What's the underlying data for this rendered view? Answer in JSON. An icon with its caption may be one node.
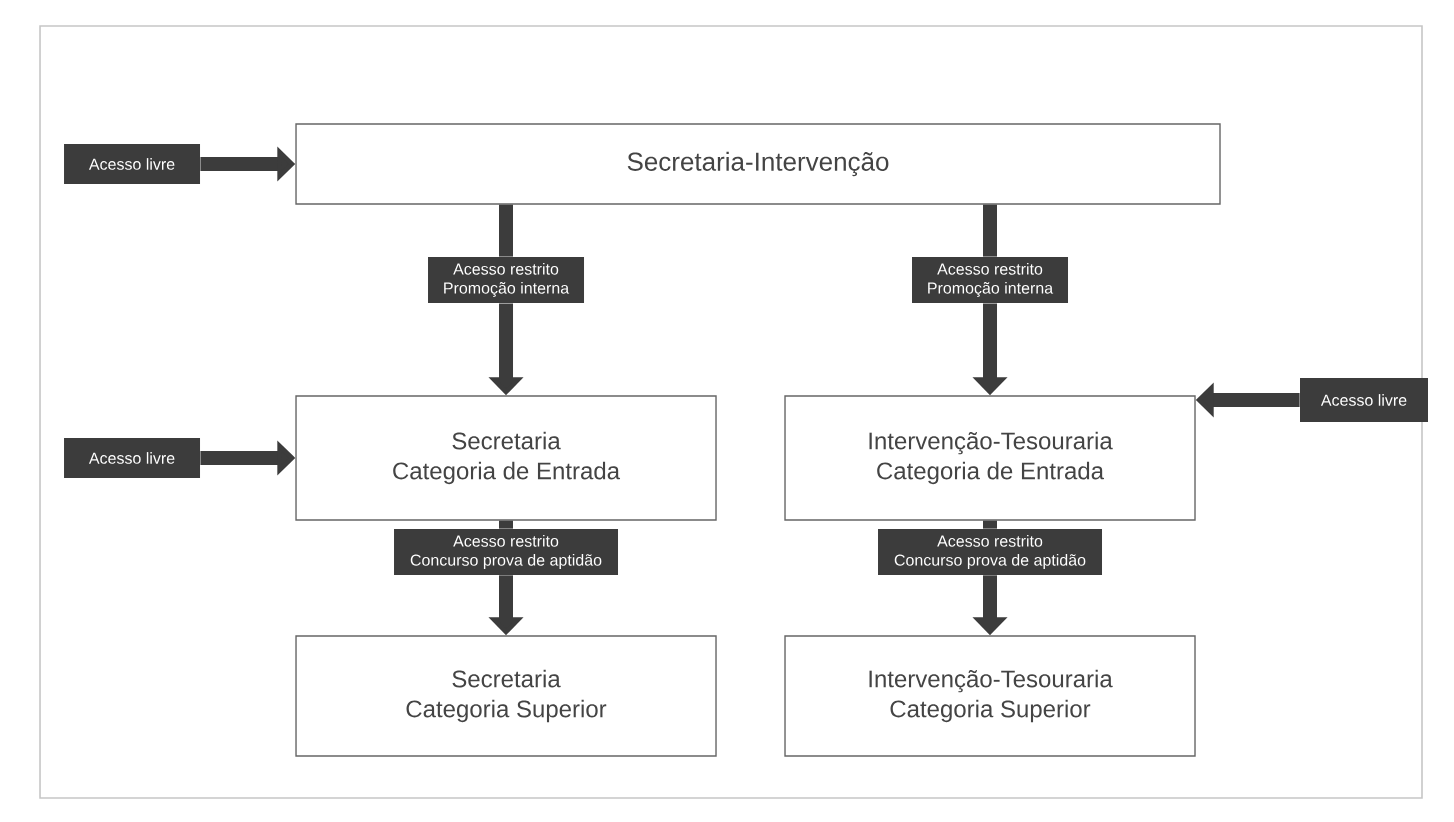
{
  "diagram": {
    "nodes": [
      {
        "text": [
          "Acesso livre"
        ]
      },
      {
        "text": [
          "Secretaria-Intervenção"
        ]
      },
      {
        "text": [
          "Acesso restrito Promoção interna"
        ]
      },
      {
        "text": [
          "Acesso restrito Promoção interna"
        ]
      },
      {
        "text": [
          "Acesso livre"
        ]
      },
      {
        "text": [
          "Secretaria",
          "Categoria de Entrada"
        ]
      },
      {
        "text": [
          "Intervenção-Tesouraria",
          "Categoria de Entrada"
        ]
      },
      {
        "text": [
          "Acesso livre"
        ]
      },
      {
        "text": [
          "Acesso restrito Concurso prova de aptidão"
        ]
      },
      {
        "text": [
          "Acesso restrito Concurso prova de aptidão"
        ]
      },
      {
        "text": [
          "Secretaria",
          "Categoria Superior"
        ]
      },
      {
        "text": [
          "Intervenção-Tesouraria",
          "Categoria Superior"
        ]
      }
    ],
    "edges": [
      {
        "from": 0,
        "to": 1,
        "arrow": "to"
      },
      {
        "from": 1,
        "to": 2,
        "arrow": "none"
      },
      {
        "from": 2,
        "to": 5,
        "arrow": "to"
      },
      {
        "from": 1,
        "to": 3,
        "arrow": "none"
      },
      {
        "from": 3,
        "to": 6,
        "arrow": "to"
      },
      {
        "from": 4,
        "to": 5,
        "arrow": "to"
      },
      {
        "from": 7,
        "to": 6,
        "arrow": "to"
      },
      {
        "from": 5,
        "to": 8,
        "arrow": "none"
      },
      {
        "from": 8,
        "to": 10,
        "arrow": "to"
      },
      {
        "from": 6,
        "to": 9,
        "arrow": "none"
      },
      {
        "from": 9,
        "to": 11,
        "arrow": "to"
      }
    ]
  }
}
